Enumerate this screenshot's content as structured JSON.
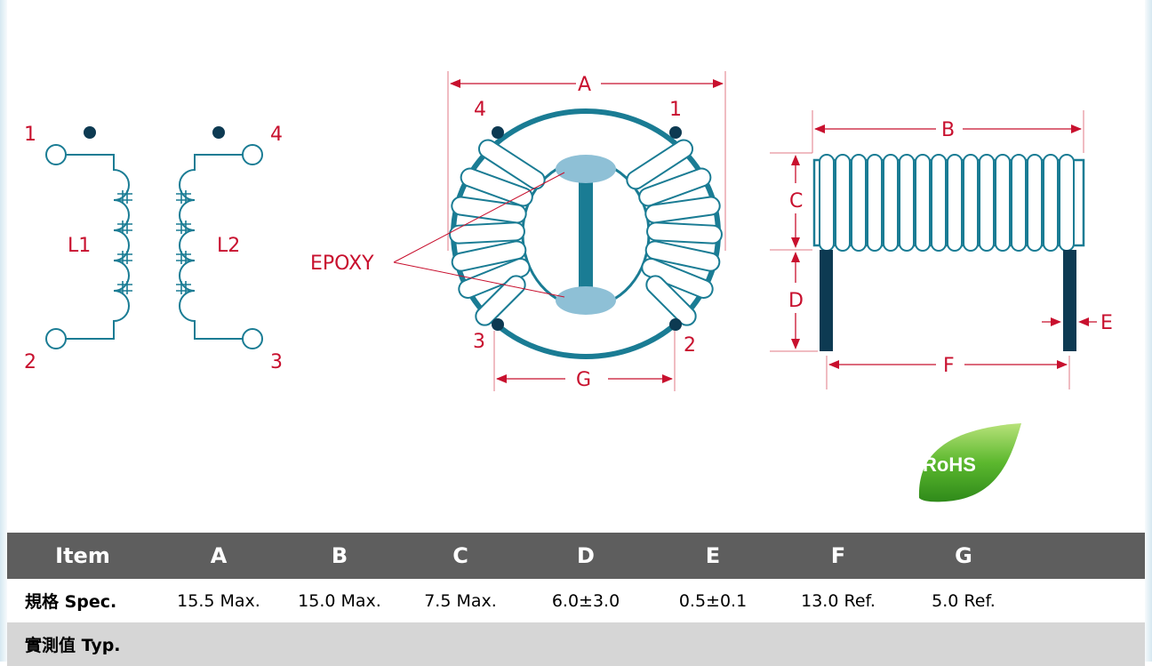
{
  "diagram": {
    "schematic": {
      "pins": {
        "p1": "1",
        "p2": "2",
        "p3": "3",
        "p4": "4"
      },
      "inductors": {
        "left": "L1",
        "right": "L2"
      }
    },
    "toroid": {
      "pins": {
        "top_left": "4",
        "top_right": "1",
        "bottom_left": "3",
        "bottom_right": "2"
      },
      "epoxy_label": "EPOXY",
      "dims": {
        "a": "A",
        "g": "G"
      }
    },
    "side_view": {
      "dims": {
        "b": "B",
        "c": "C",
        "d": "D",
        "e": "E",
        "f": "F"
      }
    },
    "rohs_badge": "RoHS",
    "colors": {
      "teal": "#1a7c94",
      "dimension_red": "#c8102e",
      "epoxy": "#8ec0d6",
      "dark": "#0d3a52",
      "rohs_green": "#5cb82e"
    }
  },
  "table": {
    "headers": [
      "Item",
      "A",
      "B",
      "C",
      "D",
      "E",
      "F",
      "G"
    ],
    "spec": {
      "label": "規格 Spec.",
      "values": [
        "15.5 Max.",
        "15.0 Max.",
        "7.5 Max.",
        "6.0±3.0",
        "0.5±0.1",
        "13.0 Ref.",
        "5.0 Ref."
      ]
    },
    "typ": {
      "label": "實測值 Typ.",
      "values": [
        "",
        "",
        "",
        "",
        "",
        "",
        ""
      ]
    }
  }
}
